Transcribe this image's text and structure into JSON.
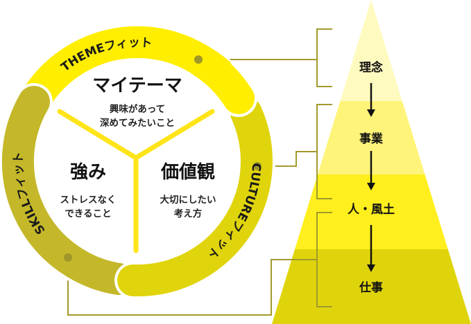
{
  "colors": {
    "theme_ring": "#FFEE00",
    "culture_ring": "#E0D40C",
    "skill_ring": "#C4B82A",
    "y_lines": "#FFE41A",
    "connector": "#A29A2A",
    "connector_dot": "#A0962A",
    "pyramid_band_1": "#FFFBC0",
    "pyramid_band_2": "#FFF47A",
    "pyramid_band_3": "#FFEF1E",
    "pyramid_band_4": "#DFD40C"
  },
  "circle": {
    "fits": [
      {
        "id": "theme",
        "label": "THEMEフィット"
      },
      {
        "id": "culture",
        "label": "CULTUREフィット"
      },
      {
        "id": "skill",
        "label": "SKILLフィット"
      }
    ],
    "sections": [
      {
        "id": "my-theme",
        "title": "マイテーマ",
        "desc_line1": "興味があって",
        "desc_line2": "深めてみたいこと"
      },
      {
        "id": "strength",
        "title": "強み",
        "desc_line1": "ストレスなく",
        "desc_line2": "できること"
      },
      {
        "id": "values",
        "title": "価値観",
        "desc_line1": "大切にしたい",
        "desc_line2": "考え方"
      }
    ]
  },
  "pyramid": {
    "levels": [
      {
        "label": "理念"
      },
      {
        "label": "事業"
      },
      {
        "label": "人・風土"
      },
      {
        "label": "仕事"
      }
    ]
  }
}
